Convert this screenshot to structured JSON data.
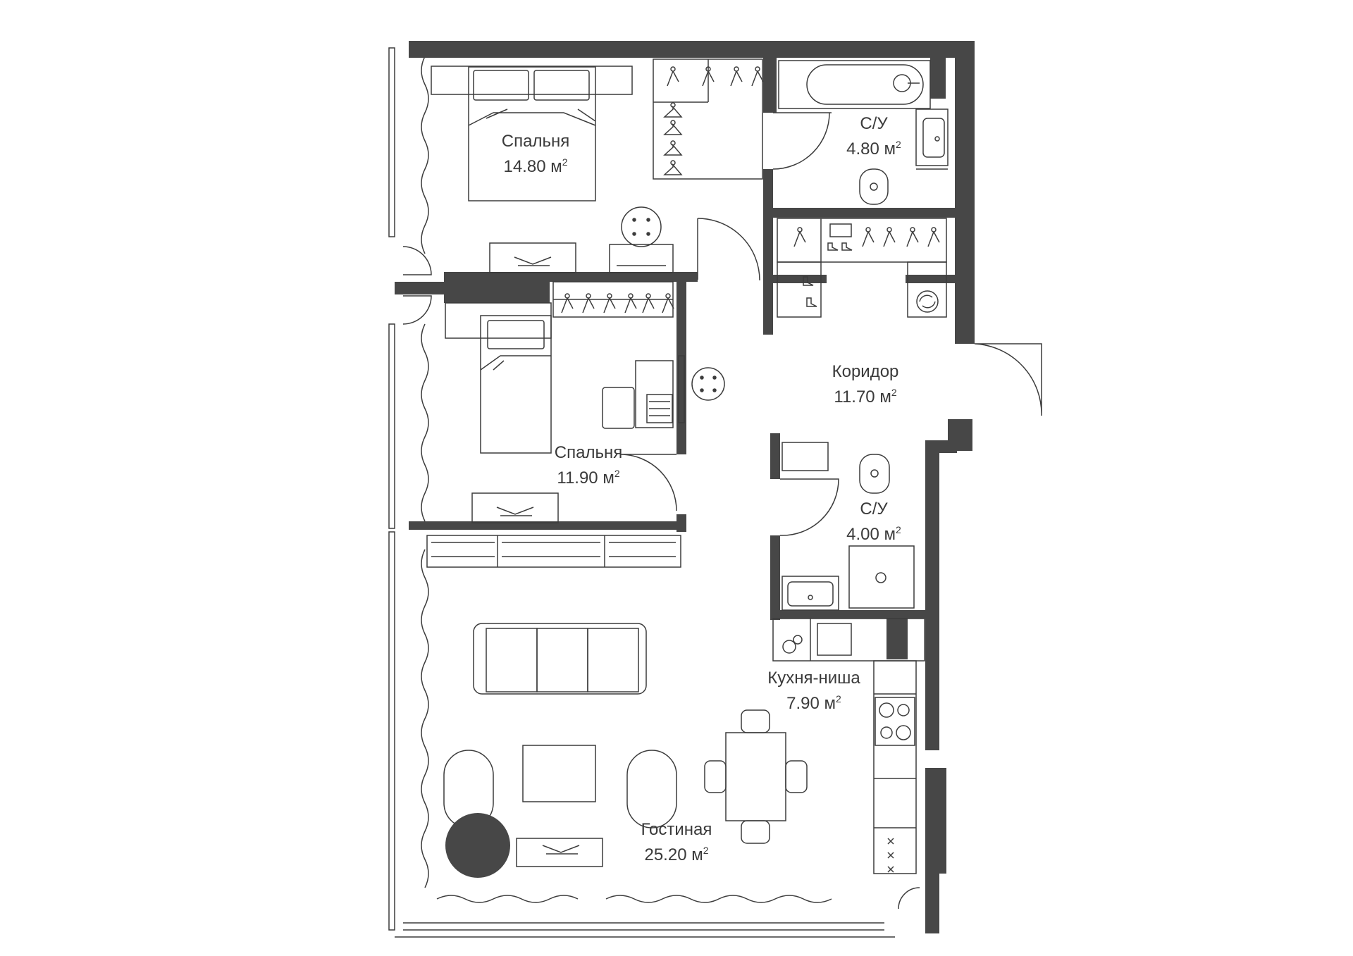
{
  "rooms": {
    "bedroom1": {
      "name": "Спальня",
      "area": "14.80 м",
      "sup": "2"
    },
    "bathroom1": {
      "name": "С/У",
      "area": "4.80 м",
      "sup": "2"
    },
    "corridor": {
      "name": "Коридор",
      "area": "11.70 м",
      "sup": "2"
    },
    "bedroom2": {
      "name": "Спальня",
      "area": "11.90 м",
      "sup": "2"
    },
    "bathroom2": {
      "name": "С/У",
      "area": "4.00 м",
      "sup": "2"
    },
    "kitchen": {
      "name": "Кухня-ниша",
      "area": "7.90 м",
      "sup": "2"
    },
    "living": {
      "name": "Гостиная",
      "area": "25.20 м",
      "sup": "2"
    }
  },
  "colors": {
    "wall": "#474747",
    "line": "#3c3c3c",
    "background": "#ffffff"
  },
  "icons": [
    "hanger-icon",
    "shoe-icon",
    "washing-machine-icon",
    "sink-icon",
    "toilet-icon",
    "bathtub-icon",
    "shower-icon",
    "stove-icon",
    "keyboard-icon"
  ]
}
